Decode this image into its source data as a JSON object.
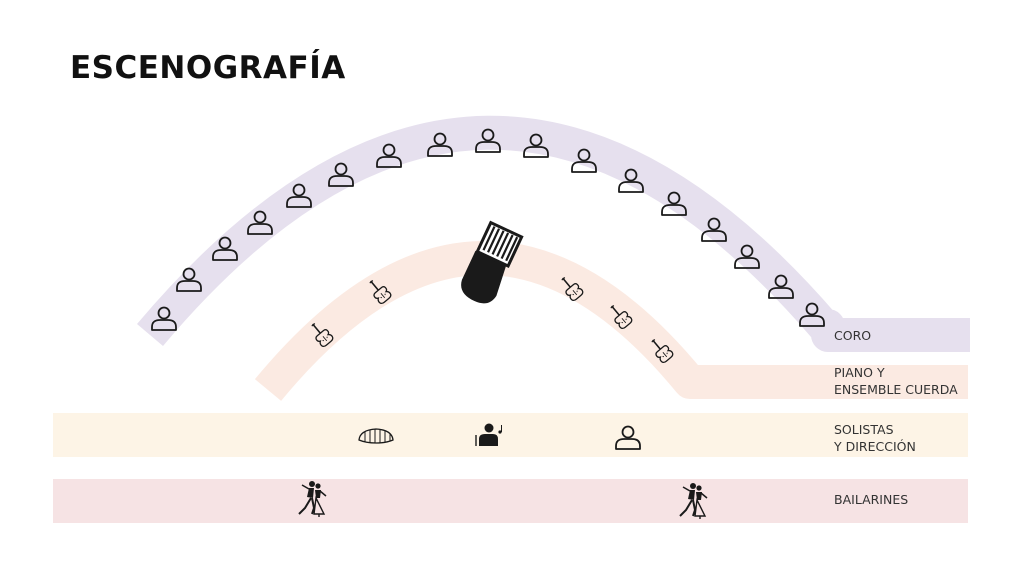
{
  "title": "ESCENOGRAFÍA",
  "sections": [
    {
      "key": "coro",
      "label": "CORO",
      "color": "#E6E0EE",
      "icon": "person-outline-icon"
    },
    {
      "key": "piano",
      "label": "PIANO Y\nENSEMBLE CUERDA",
      "color": "#FBEAE2",
      "icon": "violin-icon"
    },
    {
      "key": "solistas",
      "label": "SOLISTAS\nY DIRECCIÓN",
      "color": "#FDF4E6",
      "icon": "soloist-icon"
    },
    {
      "key": "bailarines",
      "label": "BAILARINES",
      "color": "#F6E3E4",
      "icon": "tango-dancers-icon"
    }
  ],
  "icons": {
    "choir_member": "person-outline-icon",
    "string_player": "violin-icon",
    "piano": "grand-piano-icon",
    "accordion": "bandoneon-icon",
    "conductor": "conductor-icon",
    "dancers": "tango-dancers-icon"
  },
  "colors": {
    "icon_stroke": "#1a1a1a",
    "text": "#333333"
  }
}
